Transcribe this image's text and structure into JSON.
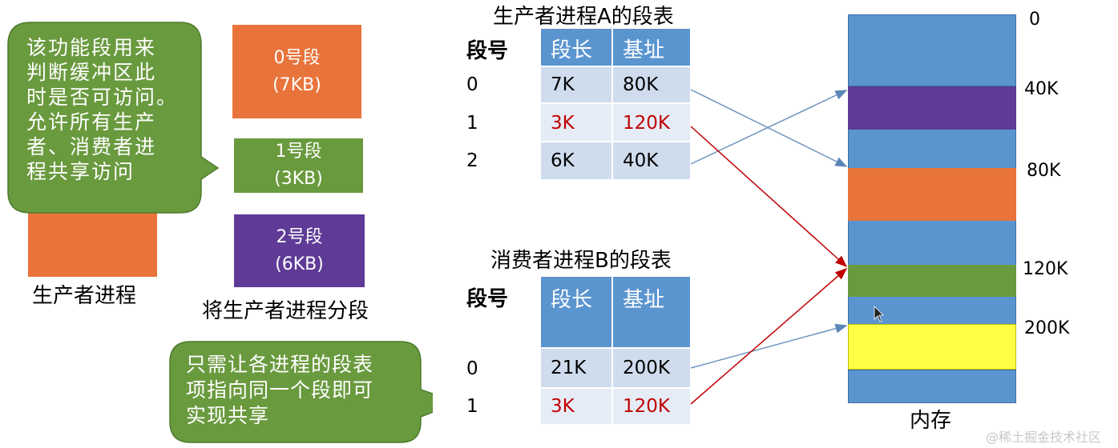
{
  "bubble1": {
    "lines": [
      "该功能段用来",
      "判断缓冲区此",
      "时是否可访问。",
      "允许所有生产",
      "者、消费者进",
      "程共享访问"
    ]
  },
  "producer_label": "生产者进程",
  "segments": [
    {
      "name": "0号段",
      "size": "(7KB)",
      "color": "#e8743b"
    },
    {
      "name": "1号段",
      "size": "(3KB)",
      "color": "#6a9a3e"
    },
    {
      "name": "2号段",
      "size": "(6KB)",
      "color": "#5f3b97"
    }
  ],
  "segmentation_label": "将生产者进程分段",
  "tableA": {
    "title": "生产者进程A的段表",
    "col_no": "段号",
    "col_len": "段长",
    "col_base": "基址",
    "rows": [
      {
        "no": "0",
        "len": "7K",
        "base": "80K"
      },
      {
        "no": "1",
        "len": "3K",
        "base": "120K"
      },
      {
        "no": "2",
        "len": "6K",
        "base": "40K"
      }
    ]
  },
  "tableB": {
    "title": "消费者进程B的段表",
    "col_no": "段号",
    "col_len": "段长",
    "col_base": "基址",
    "rows": [
      {
        "no": "0",
        "len": "21K",
        "base": "200K"
      },
      {
        "no": "1",
        "len": "3K",
        "base": "120K"
      }
    ]
  },
  "bubble2": {
    "lines": [
      "只需让各进程的段表",
      "项指向同一个段即可",
      "实现共享"
    ]
  },
  "memory": {
    "label": "内存",
    "addresses": [
      "0",
      "40K",
      "80K",
      "120K",
      "200K"
    ]
  },
  "colors": {
    "blue": "#5b95d0",
    "orange": "#e8743b",
    "green": "#6a9a3e",
    "purple": "#5f3b97",
    "yellow": "#ffff44",
    "bubble": "#6a9a3e",
    "red": "#c00000"
  },
  "watermark": "@稀土掘金技术社区"
}
